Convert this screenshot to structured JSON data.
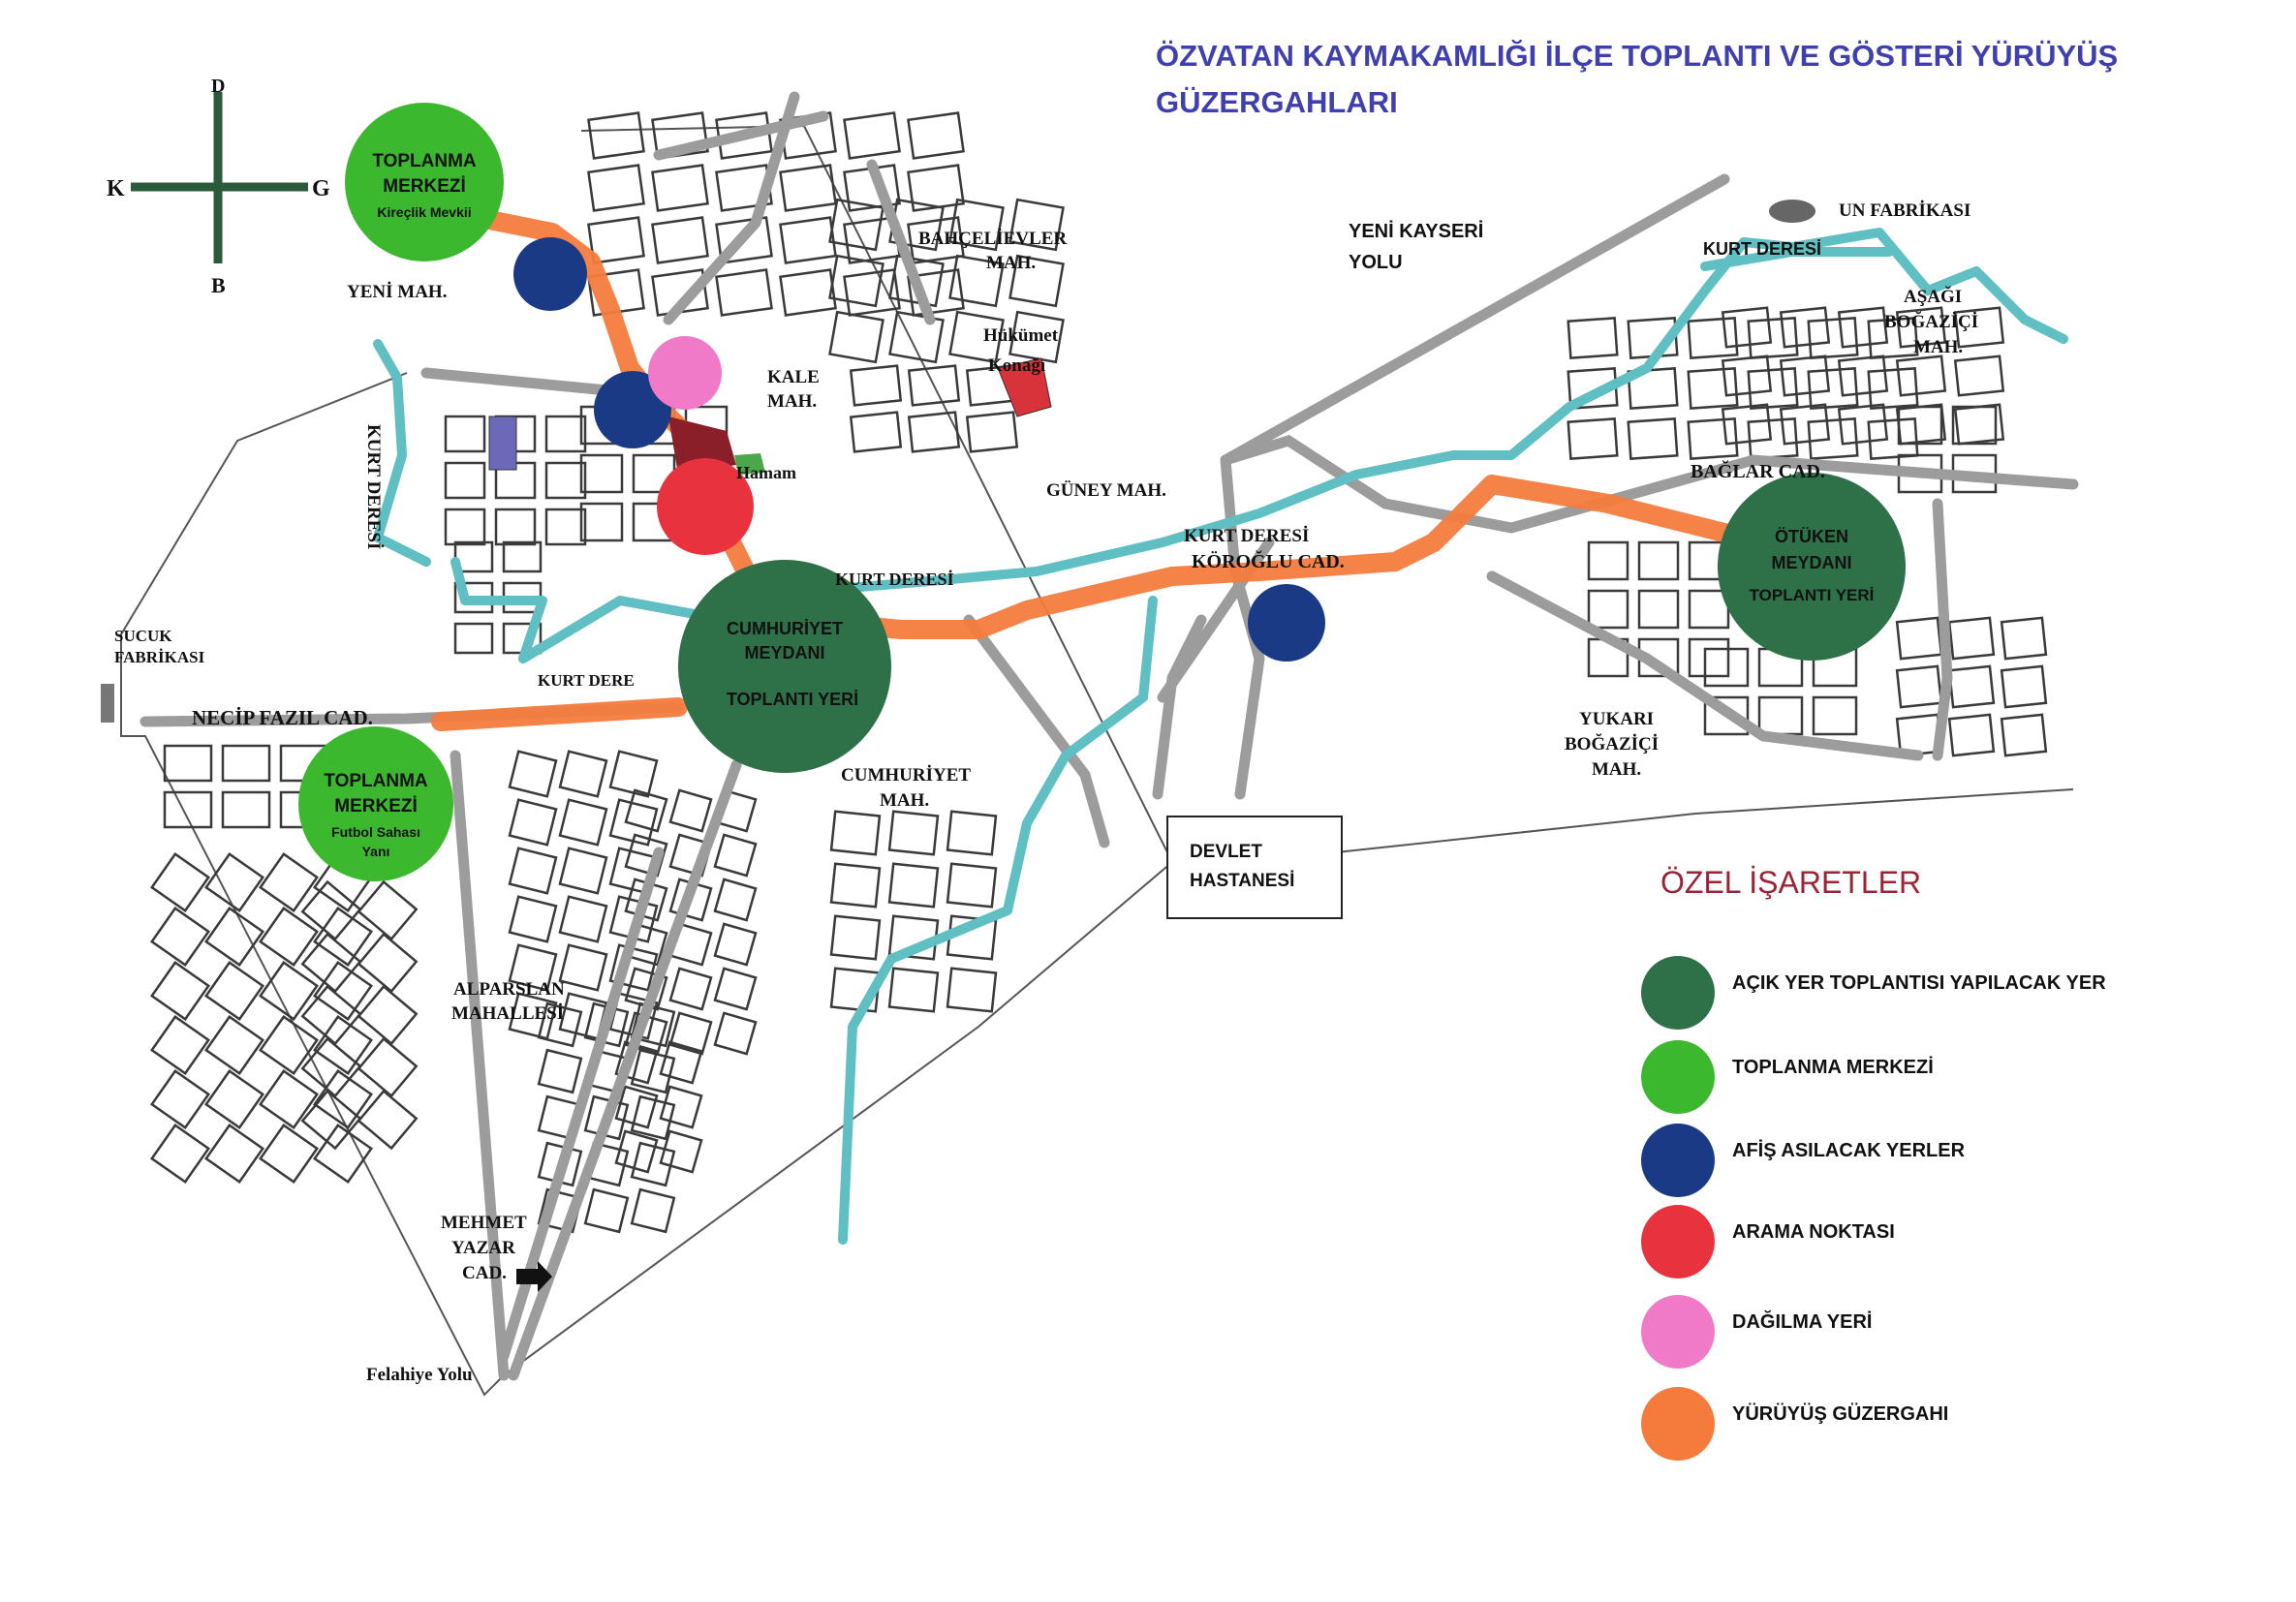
{
  "title": {
    "line1": "ÖZVATAN KAYMAKAMLIĞI İLÇE TOPLANTI VE GÖSTERİ YÜRÜYÜŞ",
    "line2": "GÜZERGAHLARI"
  },
  "compass": {
    "north": "D",
    "south": "B",
    "west": "K",
    "east": "G"
  },
  "colors": {
    "meeting": "#2e7048",
    "gathering": "#3cb82e",
    "poster": "#1a3a86",
    "search": "#e8333f",
    "dispersal": "#f07ac8",
    "route": "#f47b3c",
    "creek": "#5fbfc2",
    "road": "#9a9a9a"
  },
  "circles": {
    "gathering_north": {
      "line1": "TOPLANMA",
      "line2": "MERKEZİ",
      "line3": "Kireçlik Mevkii"
    },
    "gathering_south": {
      "line1": "TOPLANMA",
      "line2": "MERKEZİ",
      "line3": "Futbol Sahası",
      "line4": "Yanı"
    },
    "cumhuriyet": {
      "line1": "CUMHURİYET",
      "line2": "MEYDANI",
      "line3": "TOPLANTI YERİ"
    },
    "otuken": {
      "line1": "ÖTÜKEN",
      "line2": "MEYDANI",
      "line3": "TOPLANTI YERİ"
    }
  },
  "places": {
    "yeni_mah": "YENİ MAH.",
    "kale_mah_1": "KALE",
    "kale_mah_2": "MAH.",
    "bahcelievler_1": "BAHÇELİEVLER",
    "bahcelievler_2": "MAH.",
    "hukumet_1": "Hükümet",
    "hukumet_2": "Konağı",
    "hamam": "Hamam",
    "guney_mah": "GÜNEY MAH.",
    "kurt_deresi_west": "KURT DERESİ",
    "kurt_deresi_center": "KURT DERESİ",
    "kurt_deresi_east": "KURT DERESİ",
    "kurt_deresi_ne": "KURT DERESİ",
    "kurt_deresi_sw": "KURT DERE",
    "koroglu_cad": "KÖROĞLU CAD.",
    "necip_fazil_cad": "NECİP FAZIL CAD.",
    "sucuk_1": "SUCUK",
    "sucuk_2": "FABRİKASI",
    "cumhuriyet_mah_1": "CUMHURİYET",
    "cumhuriyet_mah_2": "MAH.",
    "alparslan_1": "ALPARSLAN",
    "alparslan_2": "MAHALLESİ",
    "mehmet_1": "MEHMET",
    "mehmet_2": "YAZAR",
    "mehmet_3": "CAD.",
    "felahiye": "Felahiye Yolu",
    "yeni_kayseri_1": "YENİ KAYSERİ",
    "yeni_kayseri_2": "YOLU",
    "un_fabrikasi": "UN FABRİKASI",
    "asagi_1": "AŞAĞI",
    "asagi_2": "BOĞAZİÇİ",
    "asagi_3": "MAH.",
    "baglar_cad": "BAĞLAR CAD.",
    "yukari_1": "YUKARI",
    "yukari_2": "BOĞAZİÇİ",
    "yukari_3": "MAH.",
    "devlet_1": "DEVLET",
    "devlet_2": "HASTANESİ"
  },
  "legend": {
    "title": "ÖZEL İŞARETLER",
    "items": [
      {
        "label": "AÇIK YER TOPLANTISI YAPILACAK YER",
        "color": "#2e7048"
      },
      {
        "label": "TOPLANMA MERKEZİ",
        "color": "#3cb82e"
      },
      {
        "label": "AFİŞ ASILACAK YERLER",
        "color": "#1a3a86"
      },
      {
        "label": "ARAMA NOKTASI",
        "color": "#e8333f"
      },
      {
        "label": "DAĞILMA YERİ",
        "color": "#f07ac8"
      },
      {
        "label": "YÜRÜYÜŞ GÜZERGAHI",
        "color": "#f47b3c"
      }
    ]
  }
}
